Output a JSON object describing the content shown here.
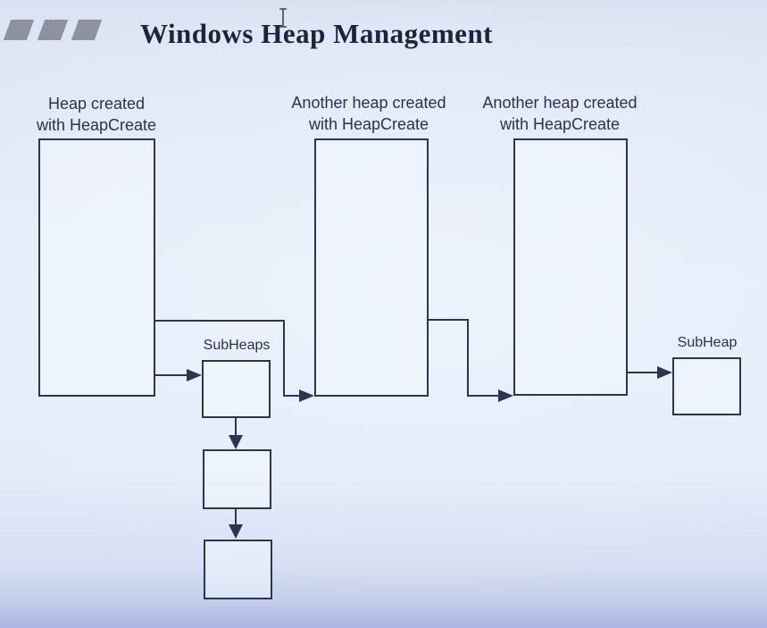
{
  "slide": {
    "title": "Windows Heap Management"
  },
  "diagram": {
    "heaps": [
      {
        "label": "Heap created\nwith HeapCreate"
      },
      {
        "label": "Another heap created\nwith HeapCreate"
      },
      {
        "label": "Another heap created\nwith HeapCreate"
      }
    ],
    "subheaps_left_label": "SubHeaps",
    "subheap_right_label": "SubHeap"
  },
  "icons": {
    "header_decoration": "three-gray-parallelograms",
    "cursor": "text-ibeam-cursor"
  },
  "colors": {
    "line": "#2b3552",
    "label_text": "#273251",
    "title_text": "#1b2438",
    "parallelogram_gray": "#8d929c",
    "background_top": "#dae2f3",
    "background_mid": "#e4edfa",
    "background_bottom_band": "#a9b6e1"
  }
}
